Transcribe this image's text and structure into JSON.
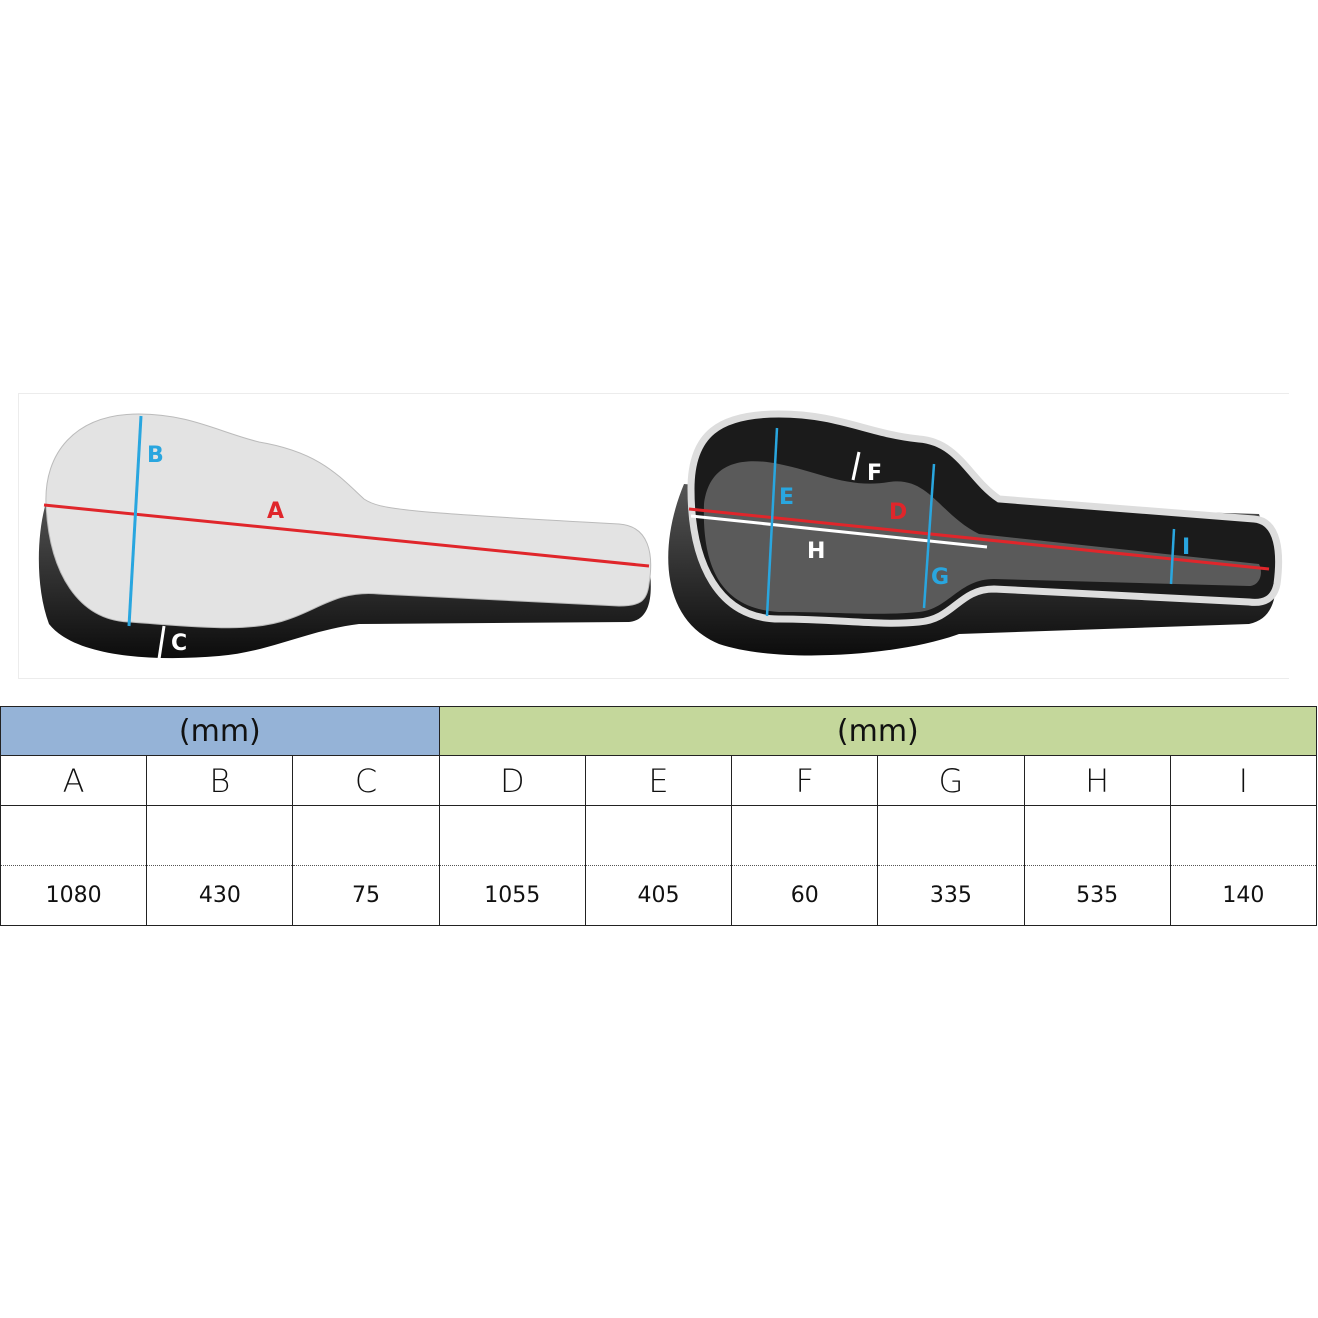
{
  "diagram": {
    "outer_case_labels": {
      "a": "A",
      "b": "B",
      "c": "C"
    },
    "inner_case_labels": {
      "d": "D",
      "e": "E",
      "f": "F",
      "g": "G",
      "h": "H",
      "i": "I"
    },
    "colors": {
      "length_line": "#e0262b",
      "width_line": "#29a6df",
      "inner_line": "#ffffff",
      "case_face": "#e6e6e6",
      "case_body": "#1a1a1a"
    }
  },
  "table": {
    "groups": [
      {
        "label": "(mm)",
        "color": "#95b3d7"
      },
      {
        "label": "(mm)",
        "color": "#c4d79b"
      }
    ],
    "columns": [
      "A",
      "B",
      "C",
      "D",
      "E",
      "F",
      "G",
      "H",
      "I"
    ],
    "values": [
      "1080",
      "430",
      "75",
      "1055",
      "405",
      "60",
      "335",
      "535",
      "140"
    ]
  }
}
